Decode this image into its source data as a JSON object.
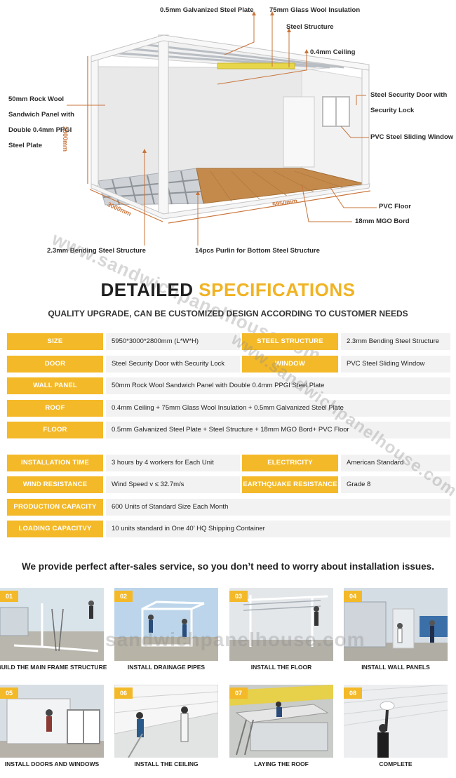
{
  "diagram": {
    "labels": {
      "galvanized_plate": "0.5mm Galvanized Steel Plate",
      "glass_wool": "75mm Glass Wool Insulation",
      "steel_structure": "Steel Structure",
      "ceiling": "0.4mm Ceiling",
      "rock_wool": "50mm Rock Wool Sandwich Panel with Double 0.4mm PPGI Steel Plate",
      "security_door": "Steel Security Door with Security Lock",
      "sliding_window": "PVC Steel Sliding Window",
      "pvc_floor": "PVC Floor",
      "mgo_board": "18mm MGO Bord",
      "bending_steel": "2.3mm Bending Steel Structure",
      "purlin": "14pcs Purlin for Bottom Steel Structure"
    },
    "dimensions": {
      "height": "2800mm",
      "width": "3000mm",
      "length": "5950mm"
    }
  },
  "watermark": "www.sandwichpanelhouse.com",
  "watermark_bottom": "sandwichpanelhouse.com",
  "heading": {
    "part1": "DETAILED ",
    "part2": "SPECIFICATIONS",
    "subtitle": "QUALITY UPGRADE, CAN BE CUSTOMIZED DESIGN ACCORDING TO CUSTOMER NEEDS"
  },
  "specs": {
    "size_key": "SIZE",
    "size_val": "5950*3000*2800mm (L*W*H)",
    "steel_key": "STEEL STRUCTURE",
    "steel_val": "2.3mm Bending Steel Structure",
    "door_key": "DOOR",
    "door_val": "Steel Security Door with Security Lock",
    "window_key": "WINDOW",
    "window_val": "PVC Steel Sliding Window",
    "wall_key": "WALL PANEL",
    "wall_val": "50mm Rock Wool Sandwich Panel with Double 0.4mm PPGI Steel Plate",
    "roof_key": "ROOF",
    "roof_val": "0.4mm Ceiling + 75mm Glass Wool Insulation + 0.5mm Galvanized Steel Plate",
    "floor_key": "FLOOR",
    "floor_val": "0.5mm Galvanized Steel Plate + Steel Structure + 18mm MGO Bord+ PVC Floor",
    "install_key": "INSTALLATION TIME",
    "install_val": "3 hours by 4 workers for Each Unit",
    "electricity_key": "ELECTRICITY",
    "electricity_val": "American Standard",
    "wind_key": "WIND RESISTANCE",
    "wind_val": "Wind Speed v ≤ 32.7m/s",
    "earthquake_key": "EARTHQUAKE RESISTANCE",
    "earthquake_val": "Grade 8",
    "production_key": "PRODUCTION CAPACITY",
    "production_val": "600 Units of Standard Size Each Month",
    "loading_key": "LOADING CAPACITVY",
    "loading_val": "10 units standard in One 40’ HQ Shipping Container"
  },
  "service": "We provide perfect after-sales service, so you don’t need to worry about installation issues.",
  "steps": [
    {
      "num": "01",
      "caption": "BUILD THE MAIN FRAME STRUCTURE"
    },
    {
      "num": "02",
      "caption": "INSTALL DRAINAGE PIPES"
    },
    {
      "num": "03",
      "caption": "INSTALL THE FLOOR"
    },
    {
      "num": "04",
      "caption": "INSTALL WALL PANELS"
    },
    {
      "num": "05",
      "caption": "INSTALL DOORS AND WINDOWS"
    },
    {
      "num": "06",
      "caption": "INSTALL THE CEILING"
    },
    {
      "num": "07",
      "caption": "LAYING THE ROOF"
    },
    {
      "num": "08",
      "caption": "COMPLETE"
    }
  ],
  "colors": {
    "accent": "#f3b928",
    "heading_accent": "#f0b323",
    "callout_line": "#c9743a"
  }
}
